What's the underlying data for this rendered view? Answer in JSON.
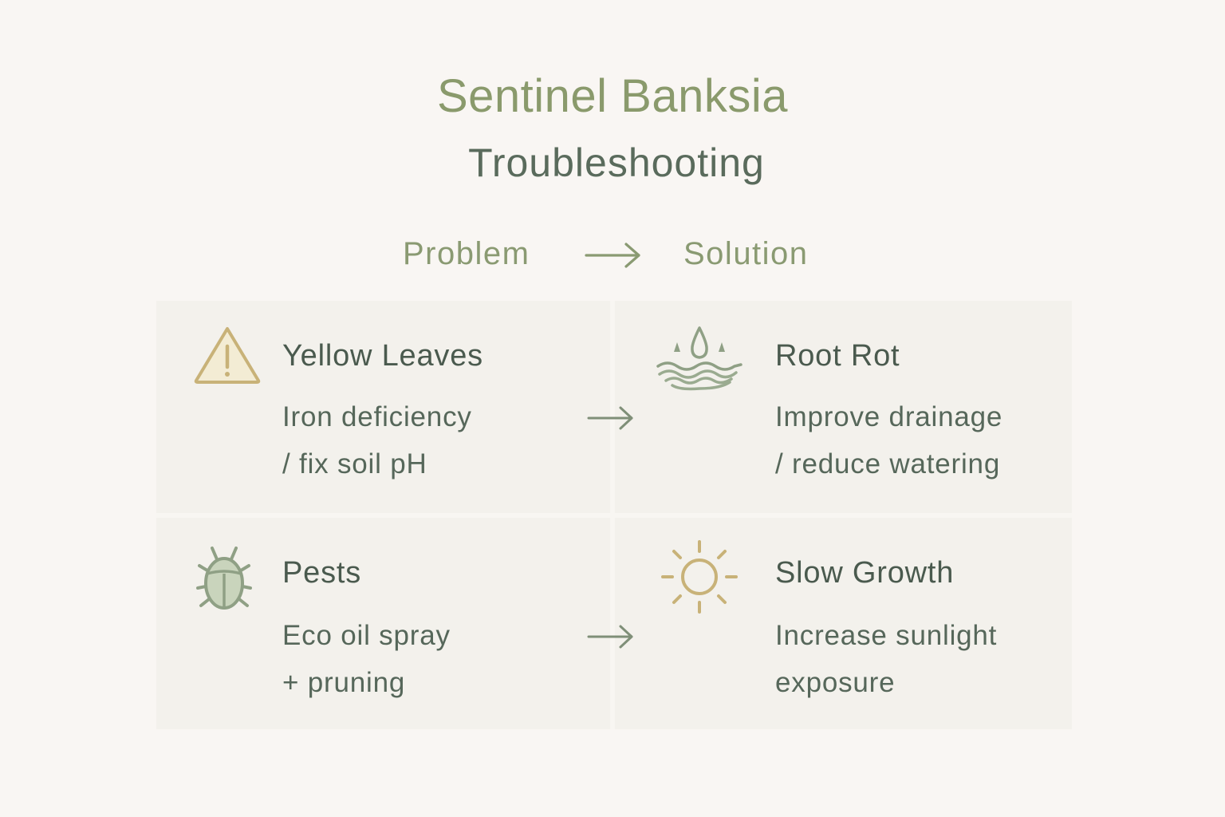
{
  "header": {
    "title": "Sentinel Banksia",
    "subtitle": "Troubleshooting"
  },
  "columns": {
    "problem_label": "Problem",
    "arrow": "→",
    "solution_label": "Solution"
  },
  "rows": [
    {
      "problem": {
        "icon": "warning-triangle-icon",
        "title": "Yellow Leaves",
        "lines": [
          "Iron deficiency",
          "/ fix soil pH"
        ]
      },
      "arrow": "→",
      "solution": {
        "icon": "water-drop-waves-icon",
        "title": "Root Rot",
        "lines": [
          "Improve drainage",
          "/ reduce watering"
        ]
      }
    },
    {
      "problem": {
        "icon": "bug-icon",
        "title": "Pests",
        "lines": [
          "Eco oil spray",
          "+ pruning"
        ]
      },
      "arrow": "→",
      "solution": {
        "icon": "sun-icon",
        "title": "Slow Growth",
        "lines": [
          "Increase sunlight",
          "exposure"
        ]
      }
    }
  ],
  "colors": {
    "background": "#f9f6f3",
    "panel": "#f3f1ec",
    "title_green": "#8a9a6c",
    "subtitle_green": "#5a6b5c",
    "text_dark": "#4a5a4e",
    "icon_gold": "#c8b278",
    "icon_sage": "#8fa085"
  }
}
